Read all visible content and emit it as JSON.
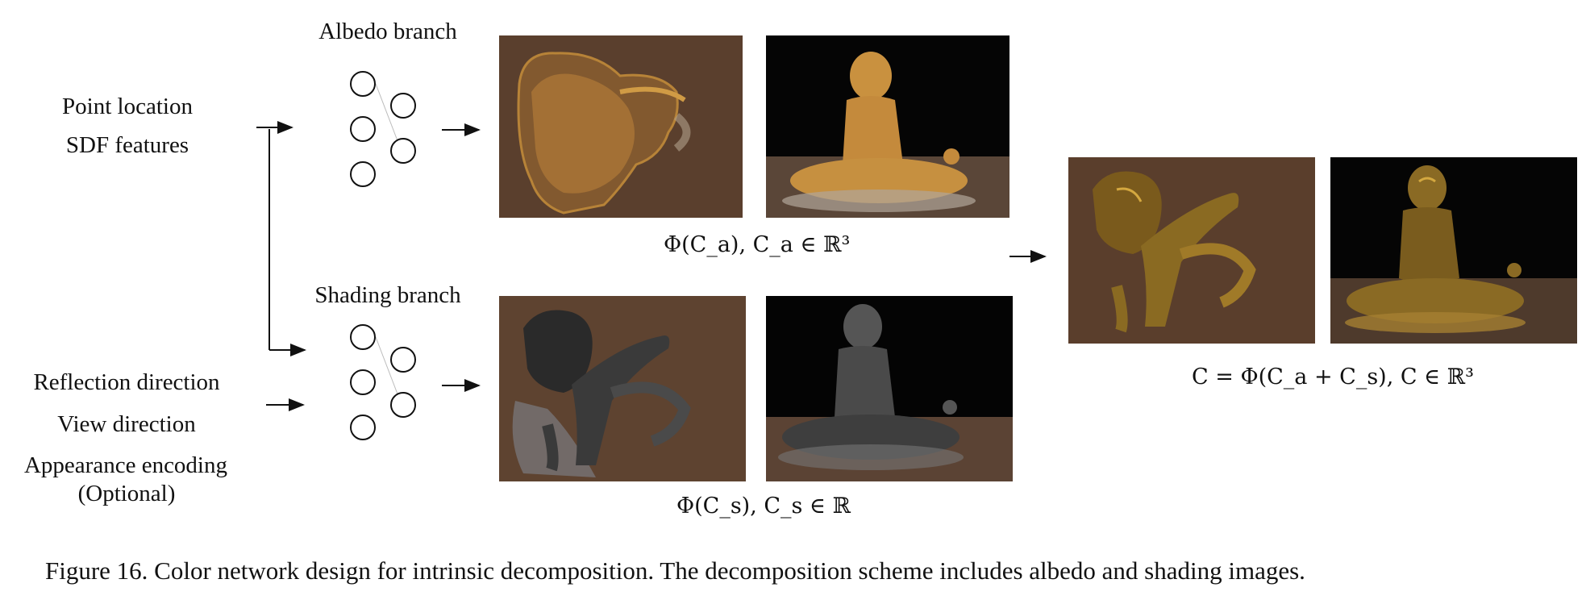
{
  "inputs": {
    "group1": [
      "Point location",
      "SDF features"
    ],
    "group2": [
      "Reflection direction",
      "View direction",
      "Appearance encoding",
      "(Optional)"
    ]
  },
  "branches": {
    "albedo": {
      "title": "Albedo branch",
      "formula": "Φ(C_a), C_a ∈ ℝ³"
    },
    "shading": {
      "title": "Shading branch",
      "formula": "Φ(C_s), C_s ∈ ℝ"
    }
  },
  "output": {
    "formula": "C = Φ(C_a + C_s), C ∈ ℝ³"
  },
  "caption": "Figure 16. Color network design for intrinsic decomposition. The decomposition scheme includes albedo and shading images.",
  "images": {
    "albedo": [
      "albedo-dog",
      "albedo-monk"
    ],
    "shading": [
      "shading-dog",
      "shading-monk"
    ],
    "output": [
      "output-dog",
      "output-monk"
    ]
  },
  "colors": {
    "albedo_bg": "#5b4230",
    "albedo_figure": "#c99a4a",
    "shading_figure": "#3a3a3a",
    "output_figure": "#8a6a22",
    "black_bg": "#050505"
  }
}
